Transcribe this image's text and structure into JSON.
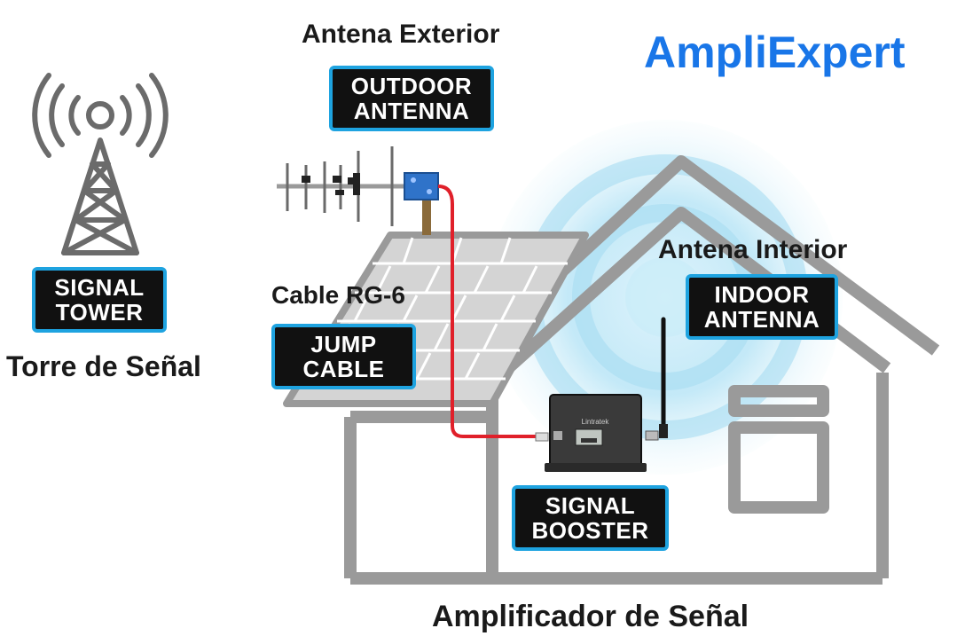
{
  "brand": {
    "name": "AmpliExpert",
    "color": "#1976e8"
  },
  "captions": {
    "outdoor_antenna": "Antena Exterior",
    "signal_tower": "Torre de Señal",
    "jump_cable": "Cable RG-6",
    "indoor_antenna": "Antena Interior",
    "signal_booster": "Amplificador de Señal"
  },
  "labels": {
    "outdoor_antenna": {
      "line1": "OUTDOOR",
      "line2": "ANTENNA"
    },
    "signal_tower": {
      "line1": "SIGNAL",
      "line2": "TOWER"
    },
    "jump_cable": {
      "line1": "JUMP",
      "line2": "CABLE"
    },
    "indoor_antenna": {
      "line1": "INDOOR",
      "line2": "ANTENNA"
    },
    "signal_booster": {
      "line1": "SIGNAL",
      "line2": "BOOSTER"
    }
  },
  "booster_brand": "Lintratek",
  "colors": {
    "label_border": "#1ea3e0",
    "label_fill": "#111111",
    "cable": "#e0202a",
    "house_outline": "#9a9a9a",
    "signal_glow": "#8fd3ee"
  }
}
